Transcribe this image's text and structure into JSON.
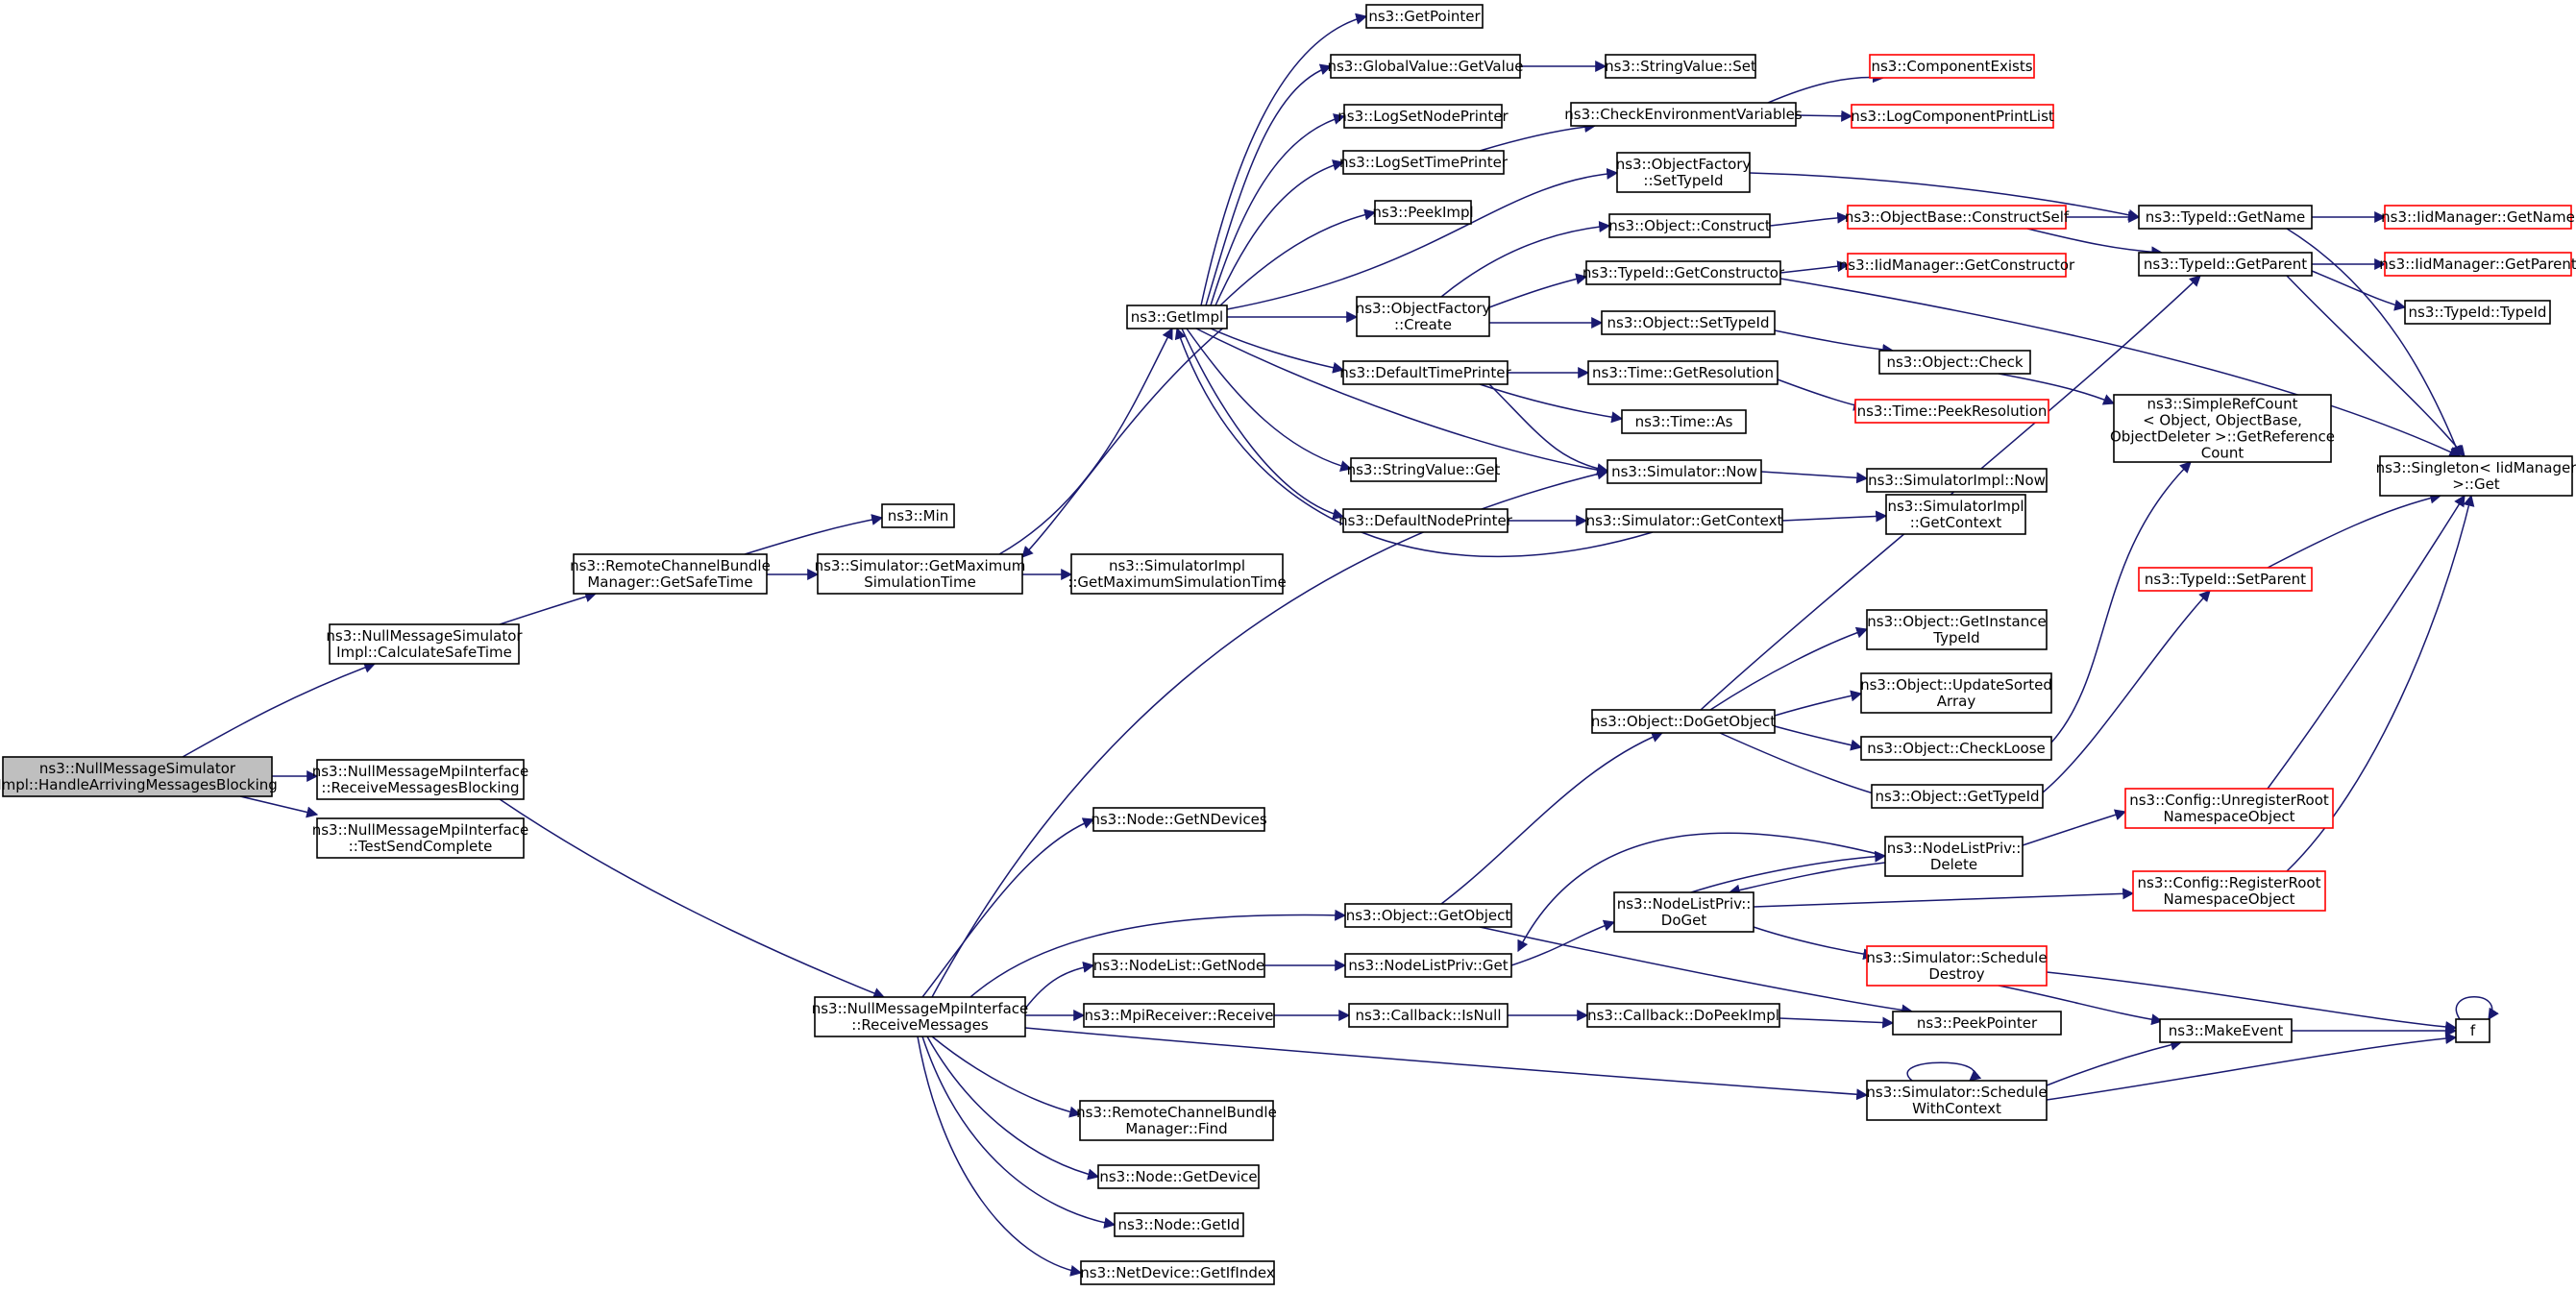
{
  "root": "ns3::NullMessageSimulatorImpl::HandleArrivingMessagesBlocking",
  "colors": {
    "edge": "#191970",
    "border": "#000000",
    "external_border": "#ff0000",
    "root_fill": "#bfbfbf"
  },
  "nodes": {
    "root": {
      "lines": [
        "ns3::NullMessageSimulator",
        "Impl::HandleArrivingMessagesBlocking"
      ],
      "style": "root"
    },
    "calcSafe": {
      "lines": [
        "ns3::NullMessageSimulator",
        "Impl::CalculateSafeTime"
      ]
    },
    "recvBlocking": {
      "lines": [
        "ns3::NullMessageMpiInterface",
        "::ReceiveMessagesBlocking"
      ]
    },
    "testSend": {
      "lines": [
        "ns3::NullMessageMpiInterface",
        "::TestSendComplete"
      ]
    },
    "rcbGetSafe": {
      "lines": [
        "ns3::RemoteChannelBundle",
        "Manager::GetSafeTime"
      ]
    },
    "min": {
      "lines": [
        "ns3::Min"
      ]
    },
    "simGetMax": {
      "lines": [
        "ns3::Simulator::GetMaximum",
        "SimulationTime"
      ]
    },
    "implGetMax": {
      "lines": [
        "ns3::SimulatorImpl",
        "::GetMaximumSimulationTime"
      ]
    },
    "getImpl": {
      "lines": [
        "ns3::GetImpl"
      ]
    },
    "getPointer": {
      "lines": [
        "ns3::GetPointer"
      ]
    },
    "gvGetValue": {
      "lines": [
        "ns3::GlobalValue::GetValue"
      ]
    },
    "svSet": {
      "lines": [
        "ns3::StringValue::Set"
      ]
    },
    "logSetNode": {
      "lines": [
        "ns3::LogSetNodePrinter"
      ]
    },
    "logSetTime": {
      "lines": [
        "ns3::LogSetTimePrinter"
      ]
    },
    "checkEnv": {
      "lines": [
        "ns3::CheckEnvironmentVariables"
      ]
    },
    "compExists": {
      "lines": [
        "ns3::ComponentExists"
      ],
      "style": "ext"
    },
    "logCompPrint": {
      "lines": [
        "ns3::LogComponentPrintList"
      ],
      "style": "ext"
    },
    "peekImpl": {
      "lines": [
        "ns3::PeekImpl"
      ]
    },
    "ofSetTypeId": {
      "lines": [
        "ns3::ObjectFactory",
        "::SetTypeId"
      ]
    },
    "ofCreate": {
      "lines": [
        "ns3::ObjectFactory",
        "::Create"
      ]
    },
    "objConstruct": {
      "lines": [
        "ns3::Object::Construct"
      ]
    },
    "objBaseConstruct": {
      "lines": [
        "ns3::ObjectBase::ConstructSelf"
      ],
      "style": "ext"
    },
    "tidGetName": {
      "lines": [
        "ns3::TypeId::GetName"
      ]
    },
    "iidGetName": {
      "lines": [
        "ns3::IidManager::GetName"
      ],
      "style": "ext"
    },
    "tidGetCtor": {
      "lines": [
        "ns3::TypeId::GetConstructor"
      ]
    },
    "iidGetCtor": {
      "lines": [
        "ns3::IidManager::GetConstructor"
      ],
      "style": "ext"
    },
    "tidGetParent": {
      "lines": [
        "ns3::TypeId::GetParent"
      ]
    },
    "iidGetParent": {
      "lines": [
        "ns3::IidManager::GetParent"
      ],
      "style": "ext"
    },
    "tidTypeId": {
      "lines": [
        "ns3::TypeId::TypeId"
      ]
    },
    "objSetTypeId": {
      "lines": [
        "ns3::Object::SetTypeId"
      ]
    },
    "defTimePrinter": {
      "lines": [
        "ns3::DefaultTimePrinter"
      ]
    },
    "objCheck": {
      "lines": [
        "ns3::Object::Check"
      ]
    },
    "timeGetRes": {
      "lines": [
        "ns3::Time::GetResolution"
      ]
    },
    "timePeekRes": {
      "lines": [
        "ns3::Time::PeekResolution"
      ],
      "style": "ext"
    },
    "timeAs": {
      "lines": [
        "ns3::Time::As"
      ]
    },
    "simpleRef": {
      "lines": [
        "ns3::SimpleRefCount",
        "< Object, ObjectBase,",
        "ObjectDeleter >::GetReference",
        "Count"
      ]
    },
    "singletonGet": {
      "lines": [
        "ns3::Singleton< IidManager",
        ">::Get"
      ]
    },
    "svGet": {
      "lines": [
        "ns3::StringValue::Get"
      ]
    },
    "simNow": {
      "lines": [
        "ns3::Simulator::Now"
      ]
    },
    "implNow": {
      "lines": [
        "ns3::SimulatorImpl::Now"
      ]
    },
    "defNodePrinter": {
      "lines": [
        "ns3::DefaultNodePrinter"
      ]
    },
    "simGetCtx": {
      "lines": [
        "ns3::Simulator::GetContext"
      ]
    },
    "implGetCtx": {
      "lines": [
        "ns3::SimulatorImpl",
        "::GetContext"
      ]
    },
    "tidSetParent": {
      "lines": [
        "ns3::TypeId::SetParent"
      ],
      "style": "ext"
    },
    "objGetInst": {
      "lines": [
        "ns3::Object::GetInstance",
        "TypeId"
      ]
    },
    "objUpdSorted": {
      "lines": [
        "ns3::Object::UpdateSorted",
        "Array"
      ]
    },
    "objDoGet": {
      "lines": [
        "ns3::Object::DoGetObject"
      ]
    },
    "objCheckLoose": {
      "lines": [
        "ns3::Object::CheckLoose"
      ]
    },
    "objGetTypeId": {
      "lines": [
        "ns3::Object::GetTypeId"
      ]
    },
    "cfgUnreg": {
      "lines": [
        "ns3::Config::UnregisterRoot",
        "NamespaceObject"
      ],
      "style": "ext"
    },
    "nodeGetN": {
      "lines": [
        "ns3::Node::GetNDevices"
      ]
    },
    "nlpDelete": {
      "lines": [
        "ns3::NodeListPriv::",
        "Delete"
      ]
    },
    "nlpDoGet": {
      "lines": [
        "ns3::NodeListPriv::",
        "DoGet"
      ]
    },
    "cfgReg": {
      "lines": [
        "ns3::Config::RegisterRoot",
        "NamespaceObject"
      ],
      "style": "ext"
    },
    "objGetObject": {
      "lines": [
        "ns3::Object::GetObject"
      ]
    },
    "nlGetNode": {
      "lines": [
        "ns3::NodeList::GetNode"
      ]
    },
    "nlpGet": {
      "lines": [
        "ns3::NodeListPriv::Get"
      ]
    },
    "simSchedDestroy": {
      "lines": [
        "ns3::Simulator::Schedule",
        "Destroy"
      ],
      "style": "ext"
    },
    "recvMessages": {
      "lines": [
        "ns3::NullMessageMpiInterface",
        "::ReceiveMessages"
      ]
    },
    "mpiRecv": {
      "lines": [
        "ns3::MpiReceiver::Receive"
      ]
    },
    "cbIsNull": {
      "lines": [
        "ns3::Callback::IsNull"
      ]
    },
    "cbDoPeek": {
      "lines": [
        "ns3::Callback::DoPeekImpl"
      ]
    },
    "peekPointer": {
      "lines": [
        "ns3::PeekPointer"
      ]
    },
    "makeEvent": {
      "lines": [
        "ns3::MakeEvent"
      ]
    },
    "f": {
      "lines": [
        "f"
      ]
    },
    "simSchedCtx": {
      "lines": [
        "ns3::Simulator::Schedule",
        "WithContext"
      ]
    },
    "rcbFind": {
      "lines": [
        "ns3::RemoteChannelBundle",
        "Manager::Find"
      ]
    },
    "nodeGetDevice": {
      "lines": [
        "ns3::Node::GetDevice"
      ]
    },
    "nodeGetId": {
      "lines": [
        "ns3::Node::GetId"
      ]
    },
    "ndGetIf": {
      "lines": [
        "ns3::NetDevice::GetIfIndex"
      ]
    }
  }
}
